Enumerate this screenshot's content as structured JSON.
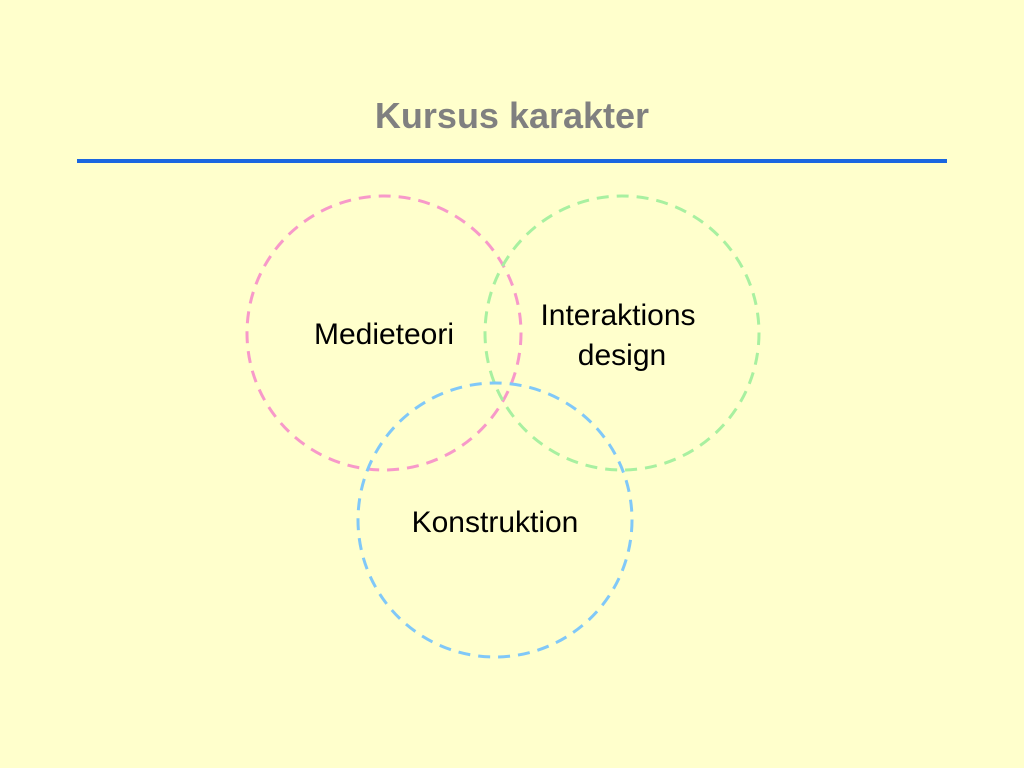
{
  "slide": {
    "title": "Kursus karakter",
    "title_color": "#808080",
    "rule_color": "#1a66e0",
    "background": "#ffffcc"
  },
  "venn": {
    "circles": [
      {
        "id": "medieteori",
        "lines": [
          "Medieteori"
        ],
        "color": "#f799c9"
      },
      {
        "id": "interaktionsdesign",
        "lines": [
          "Interaktions",
          "design"
        ],
        "color": "#a8f0a0"
      },
      {
        "id": "konstruktion",
        "lines": [
          "Konstruktion"
        ],
        "color": "#80c8f8"
      }
    ]
  }
}
